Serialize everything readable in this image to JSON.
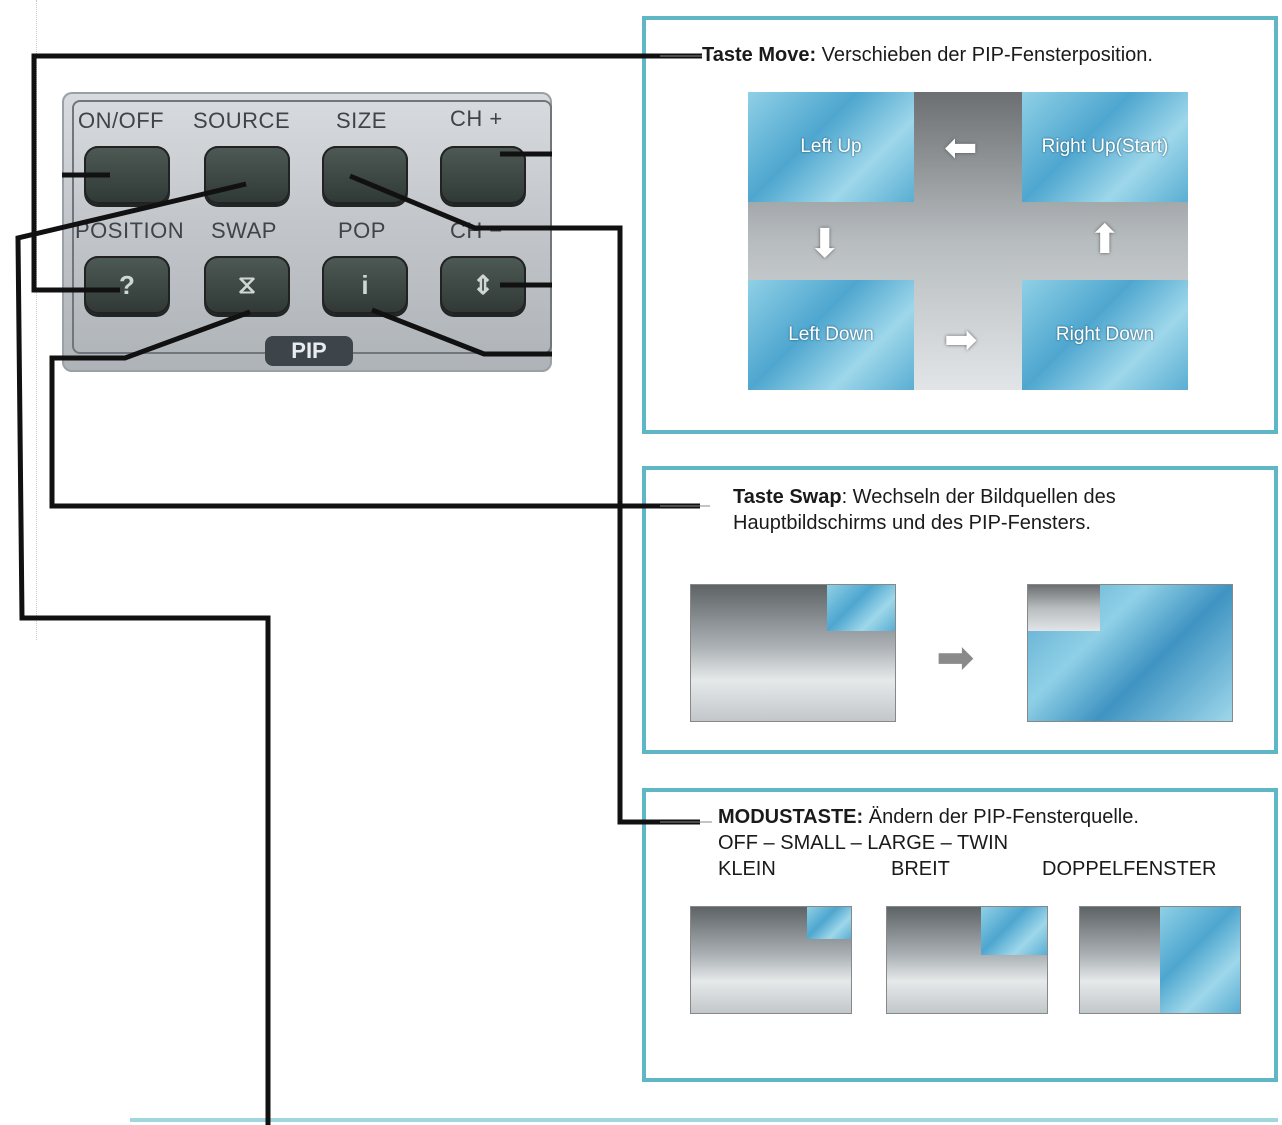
{
  "remote": {
    "row1_labels": [
      "ON/OFF",
      "SOURCE",
      "SIZE",
      "CH +"
    ],
    "row2_labels": [
      "POSITION",
      "SWAP",
      "POP",
      "CH −"
    ],
    "row2_glyphs": [
      "?",
      "⧖",
      "i",
      "⇕"
    ],
    "pip_label": "PIP"
  },
  "move_panel": {
    "title_bold": "Taste Move:",
    "title_rest": " Verschieben der PIP-Fensterposition.",
    "corners": {
      "left_up": "Left Up",
      "right_up": "Right Up(Start)",
      "left_down": "Left Down",
      "right_down": "Right Down"
    }
  },
  "swap_panel": {
    "title_bold": "Taste Swap",
    "title_rest": ": Wechseln der Bildquellen des",
    "title_line2": "Hauptbildschirms und des PIP-Fensters."
  },
  "mode_panel": {
    "title_bold": "MODUSTASTE:",
    "title_rest": " Ändern der PIP-Fensterquelle.",
    "modes_line": "OFF – SMALL – LARGE – TWIN",
    "mode_names": [
      "KLEIN",
      "BREIT",
      "DOPPELFENSTER"
    ]
  },
  "colors": {
    "panel_border": "#5fb6c4",
    "connector": "#111111"
  }
}
